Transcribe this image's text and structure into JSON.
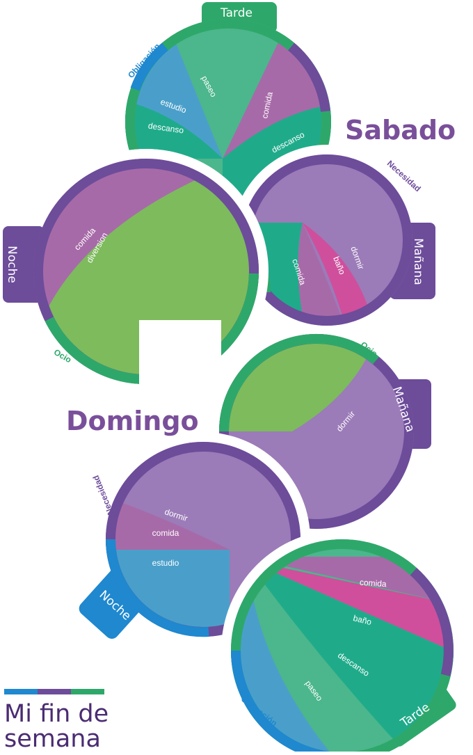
{
  "colors": {
    "obligacion": "#1f88cf",
    "obligacion_fill": "#4a9fca",
    "necesidad": "#6d4c9a",
    "necesidad_fill": "#9b7bb8",
    "ocio": "#2ea86a",
    "ocio_fill": "#7dbb5d",
    "comida": "#a76aa8",
    "bano": "#cf4f9c",
    "descanso": "#1fab8a",
    "paseo": "#4cb68c",
    "title": "#7a4f9a"
  },
  "days": {
    "sabado": "Sabado",
    "domingo": "Domingo"
  },
  "legend": {
    "title_line1": "Mi fin de",
    "title_line2": "semana"
  },
  "labels": {
    "tarde": "Tarde",
    "manana": "Mañana",
    "noche": "Noche",
    "obligacion": "Obligación",
    "necesidad": "Necesidad",
    "ocio": "Ocio",
    "paseo": "paseo",
    "estudio": "estudio",
    "descanso": "descanso",
    "comida": "comida",
    "dormir": "dormir",
    "bano": "baño",
    "diversion": "diversion"
  }
}
